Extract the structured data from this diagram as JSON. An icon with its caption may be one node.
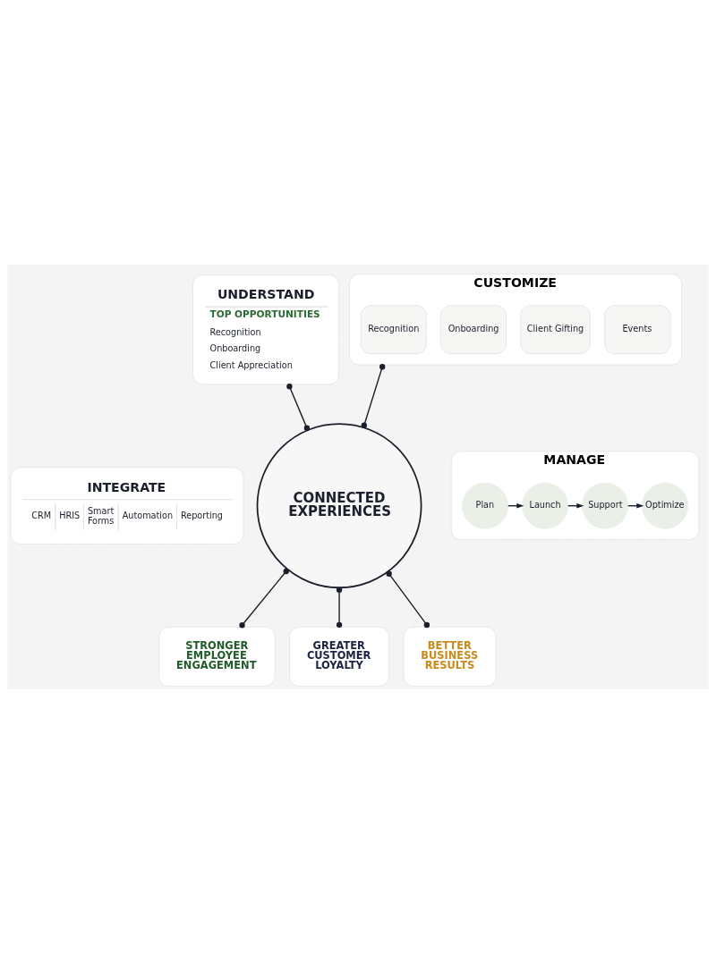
{
  "diagram": {
    "nodes": [
      {
        "text": [
          "UNDERSTAND",
          "TOP OPPORTUNITIES",
          "Recognition",
          "Onboarding",
          "Client Appreciation"
        ]
      },
      {
        "text": [
          "CUSTOMIZE"
        ]
      },
      {
        "text": [
          "Recognition"
        ],
        "in": 1
      },
      {
        "text": [
          "Onboarding"
        ],
        "in": 1
      },
      {
        "text": [
          "Client Gifting"
        ],
        "in": 1
      },
      {
        "text": [
          "Events"
        ],
        "in": 1
      },
      {
        "text": [
          "CONNECTED EXPERIENCES"
        ]
      },
      {
        "text": [
          "INTEGRATE",
          "CRM",
          "HRIS",
          "Smart Forms",
          "Automation",
          "Reporting"
        ]
      },
      {
        "text": [
          "MANAGE"
        ]
      },
      {
        "text": [
          "Plan"
        ],
        "in": 8
      },
      {
        "text": [
          "Launch"
        ],
        "in": 8
      },
      {
        "text": [
          "Support"
        ],
        "in": 8
      },
      {
        "text": [
          "Optimize"
        ],
        "in": 8
      },
      {
        "text": [
          "STRONGER EMPLOYEE ENGAGEMENT"
        ]
      },
      {
        "text": [
          "GREATER CUSTOMER LOYALTY"
        ]
      },
      {
        "text": [
          "BETTER BUSINESS RESULTS"
        ]
      }
    ],
    "edges": [
      {
        "from": 0,
        "to": 6,
        "arrow": "other"
      },
      {
        "from": 1,
        "to": 6,
        "arrow": "other"
      },
      {
        "from": 9,
        "to": 10,
        "arrow": "to"
      },
      {
        "from": 10,
        "to": 11,
        "arrow": "to"
      },
      {
        "from": 11,
        "to": 12,
        "arrow": "to"
      },
      {
        "from": 6,
        "to": 13,
        "arrow": "other"
      },
      {
        "from": 6,
        "to": 14,
        "arrow": "other"
      },
      {
        "from": 6,
        "to": 15,
        "arrow": "other"
      }
    ]
  }
}
